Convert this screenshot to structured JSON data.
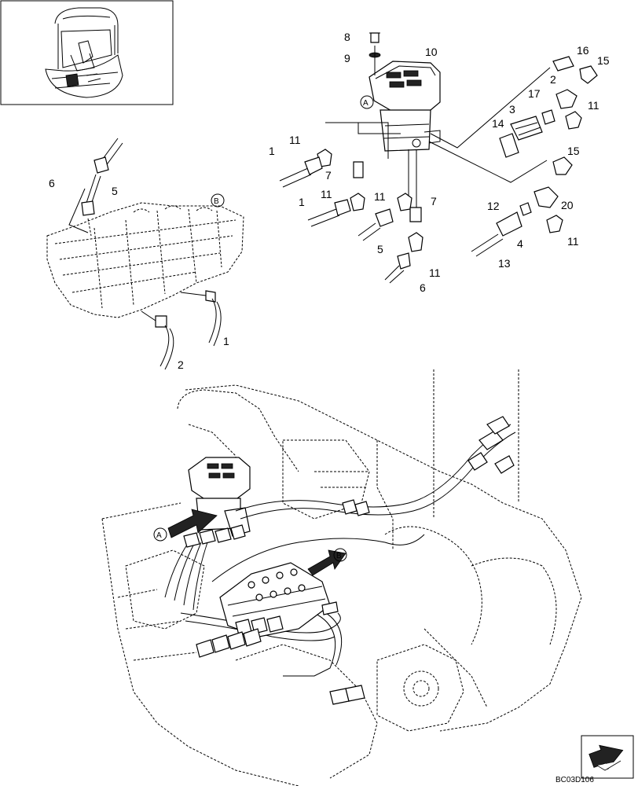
{
  "diagram": {
    "part_labels": [
      "8",
      "9",
      "10",
      "16",
      "15",
      "2",
      "17",
      "11",
      "3",
      "14",
      "1",
      "11",
      "7",
      "11",
      "1",
      "11",
      "7",
      "5",
      "6",
      "11",
      "15",
      "12",
      "20",
      "4",
      "11",
      "13",
      "6",
      "5",
      "1",
      "2"
    ],
    "callouts": [
      "A",
      "B",
      "A",
      "B"
    ],
    "figure_code": "BC03D106"
  },
  "icons": {
    "inset": "excavator-cab-icon",
    "view": "view-direction-arrow-icon"
  }
}
